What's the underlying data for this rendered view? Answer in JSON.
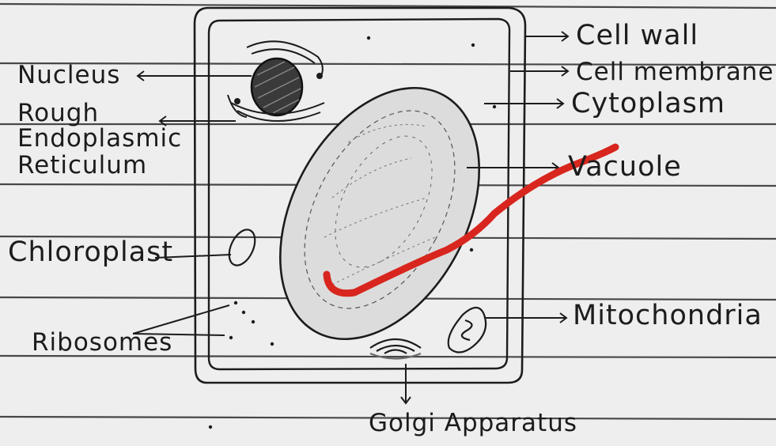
{
  "diagram": {
    "labels": {
      "cell_wall": "Cell wall",
      "cell_membrane": "Cell membrane",
      "cytoplasm": "Cytoplasm",
      "vacuole": "Vacuole",
      "mitochondria": "Mitochondria",
      "golgi": "Golgi Apparatus",
      "nucleus": "Nucleus",
      "rer_line1": "Rough",
      "rer_line2": "Endoplasmic",
      "rer_line3": "Reticulum",
      "chloroplast": "Chloroplast",
      "ribosomes": "Ribosomes"
    },
    "colors": {
      "paper": "#efeeee",
      "ruled_line": "#2a2a2a",
      "ink": "#1c1c1c",
      "annotation_red": "#d8261e"
    }
  }
}
